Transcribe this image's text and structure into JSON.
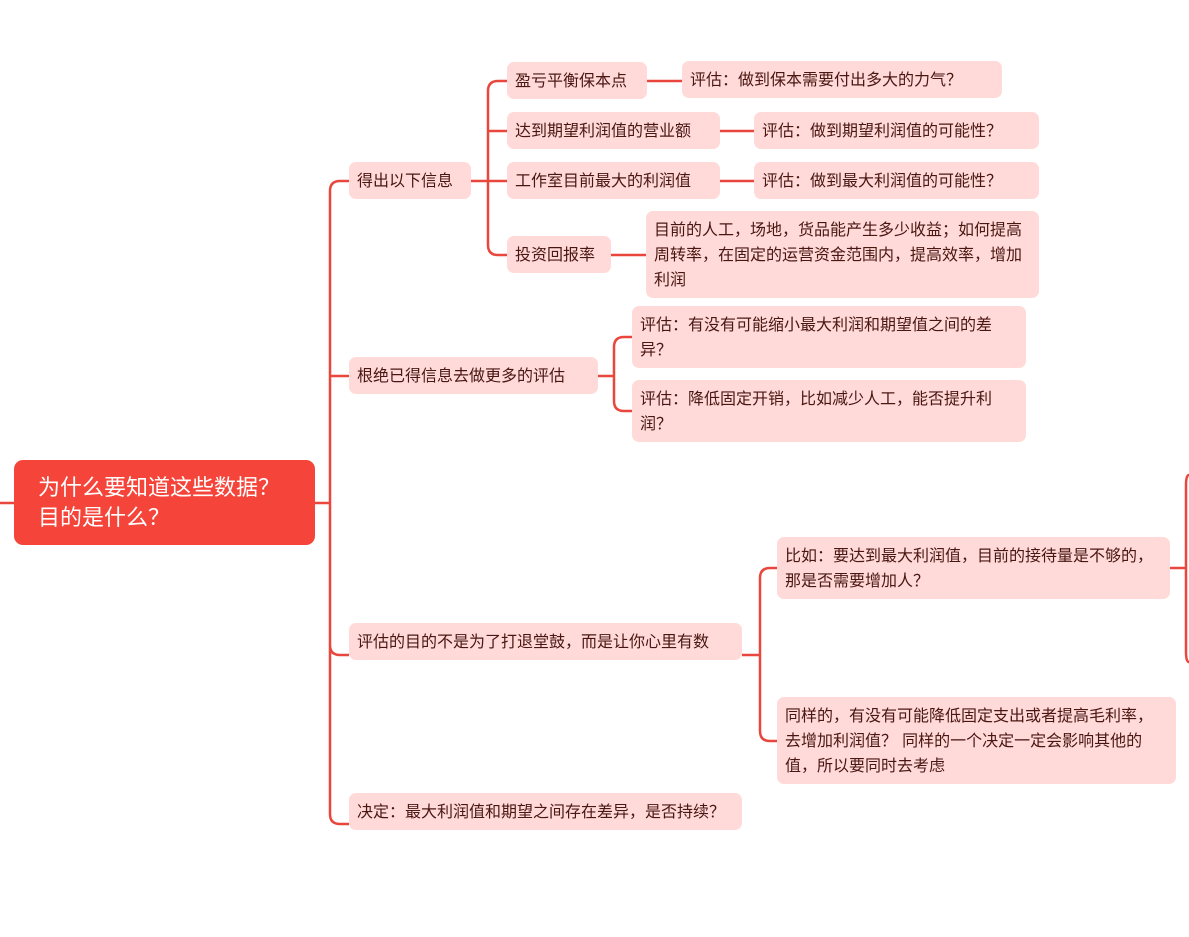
{
  "colors": {
    "root_fill": "#f5443a",
    "node_fill": "#ffdad8",
    "line": "#e9473d",
    "text": "#4a1612"
  },
  "root": {
    "title": "为什么要知道这些数据？目的是什么？"
  },
  "branches": [
    {
      "label": "得出以下信息",
      "children": [
        {
          "label": "盈亏平衡保本点",
          "detail": "评估：做到保本需要付出多大的力气？"
        },
        {
          "label": "达到期望利润值的营业额",
          "detail": "评估：做到期望利润值的可能性？"
        },
        {
          "label": "工作室目前最大的利润值",
          "detail": "评估：做到最大利润值的可能性？"
        },
        {
          "label": "投资回报率",
          "detail": "目前的人工，场地，货品能产生多少收益；如何提高周转率，在固定的运营资金范围内，提高效率，增加利润"
        }
      ]
    },
    {
      "label": "根绝已得信息去做更多的评估",
      "children": [
        {
          "label": "评估：有没有可能缩小最大利润和期望值之间的差异？"
        },
        {
          "label": "评估：降低固定开销，比如减少人工，能否提升利润？"
        }
      ]
    },
    {
      "label": "评估的目的不是为了打退堂鼓，而是让你心里有数",
      "children": [
        {
          "label": "比如：要达到最大利润值，目前的接待量是不够的，那是否需要增加人？"
        },
        {
          "label": "同样的，有没有可能降低固定支出或者提高毛利率，去增加利润值？ 同样的一个决定一定会影响其他的值，所以要同时去考虑"
        }
      ]
    },
    {
      "label": "决定：最大利润值和期望之间存在差异，是否持续？"
    }
  ]
}
